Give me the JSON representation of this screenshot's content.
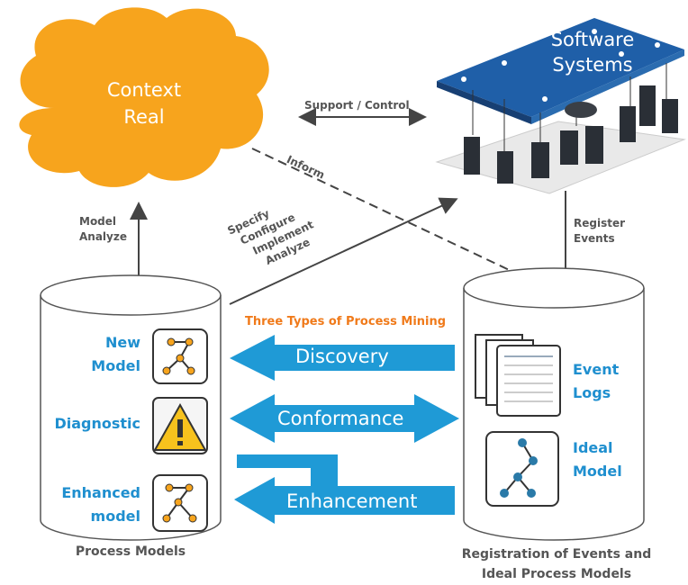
{
  "context": {
    "line1": "Context",
    "line2": "Real"
  },
  "software": {
    "line1": "Software",
    "line2": "Systems"
  },
  "support_control": "Support / Control",
  "inform": "Inform",
  "model_analyze": {
    "line1": "Model",
    "line2": "Analyze"
  },
  "specify": {
    "line1": "Specify",
    "line2": "Configure",
    "line3": "Implement",
    "line4": "Analyze"
  },
  "register": {
    "line1": "Register",
    "line2": "Events"
  },
  "three_types": "Three Types of Process Mining",
  "arrows": {
    "discovery": "Discovery",
    "conformance": "Conformance",
    "enhancement": "Enhancement"
  },
  "left_items": {
    "new_model": {
      "line1": "New",
      "line2": "Model"
    },
    "diagnostic": "Diagnostic",
    "enhanced": {
      "line1": "Enhanced",
      "line2": "model"
    }
  },
  "right_items": {
    "event_logs": {
      "line1": "Event",
      "line2": "Logs"
    },
    "ideal_model": {
      "line1": "Ideal",
      "line2": "Model"
    }
  },
  "captions": {
    "left": "Process Models",
    "right_line1": "Registration of Events and",
    "right_line2": "Ideal Process Models"
  },
  "colors": {
    "orange": "#f7a41d",
    "blue": "#1f9ad6",
    "text_blue": "#1f8fcf",
    "platform": "#2b6cb0"
  }
}
